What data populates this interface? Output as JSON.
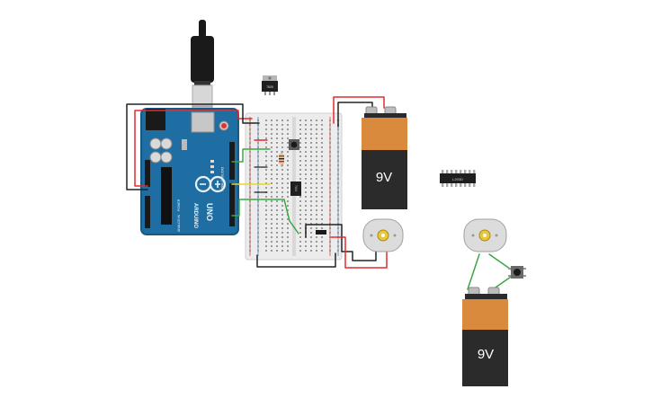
{
  "colors": {
    "arduino_blue": "#1f6ea3",
    "arduino_dark": "#175a86",
    "breadboard": "#ececec",
    "wire_red": "#e32b2b",
    "wire_black": "#222222",
    "wire_green": "#3aa844",
    "wire_yellow": "#e8d81c",
    "battery_orange": "#d98a3c",
    "battery_black": "#2b2b2b",
    "motor_grey": "#dcdcdc"
  },
  "arduino": {
    "brand": "ARDUINO",
    "model": "UNO",
    "power_label": "POWER",
    "analog_label": "ANALOG IN",
    "digital_label": "DIGITAL (PWM~)"
  },
  "regulator": {
    "label": "7805"
  },
  "ic_chip": {
    "label": "L293D"
  },
  "breadboard_chip": {
    "label": "7404"
  },
  "battery1": {
    "label": "9V"
  },
  "battery2": {
    "label": "9V"
  }
}
